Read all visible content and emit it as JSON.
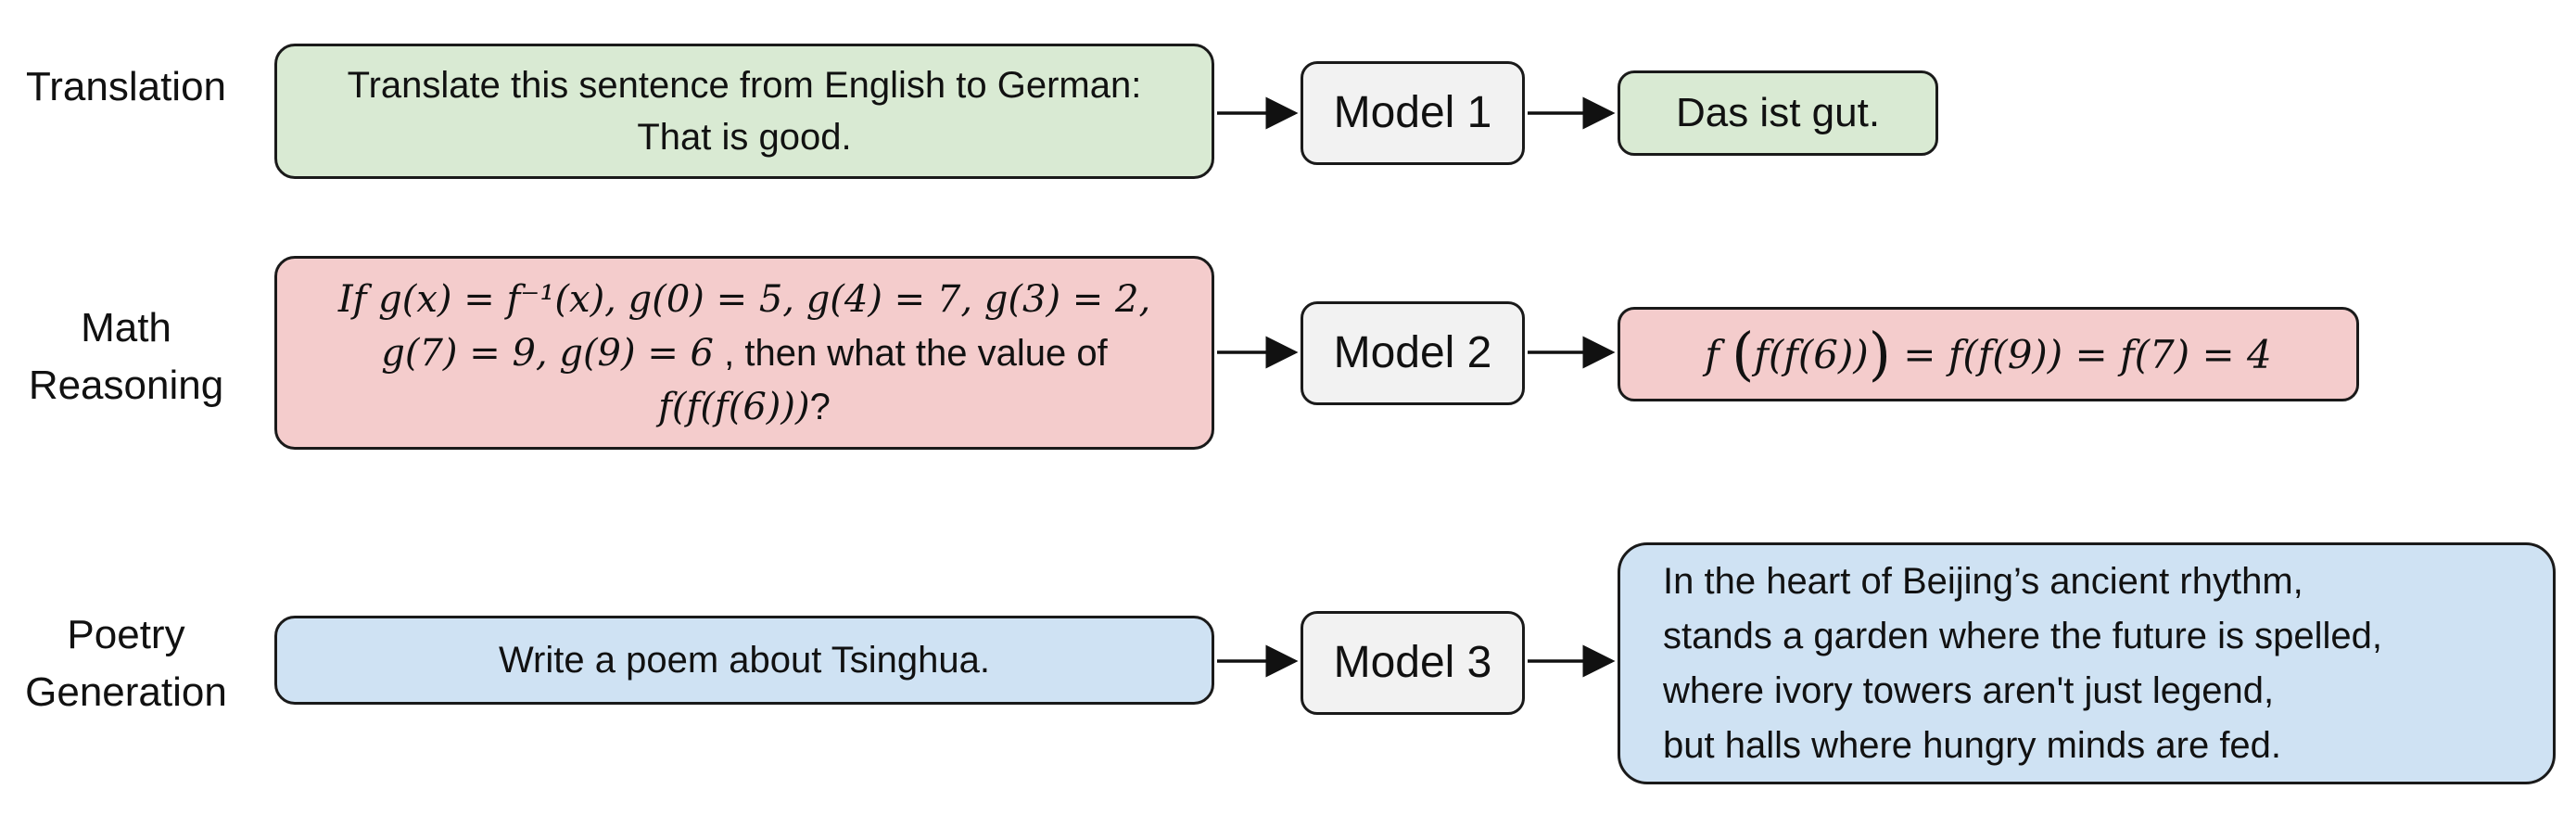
{
  "rows": [
    {
      "label": "Translation",
      "input": {
        "line1": "Translate this sentence from English to German:",
        "line2": "That is good."
      },
      "model": "Model 1",
      "output": "Das ist gut."
    },
    {
      "label": "Math\nReasoning",
      "input": {
        "line1": "If g(x) = f⁻¹(x), g(0) = 5, g(4) = 7, g(3) = 2,",
        "line2_math": "g(7) = 9, g(9) = 6",
        "line2_text": " , then what the value of",
        "line3_math": "f(f(f(6)))",
        "line3_text": "?"
      },
      "model": "Model 2",
      "output": {
        "f": "f",
        "open": "(",
        "inner": "f(f(6))",
        "close": ")",
        "rest": " = f(f(9)) = f(7) = 4"
      }
    },
    {
      "label": "Poetry\nGeneration",
      "input": "Write a poem about Tsinghua.",
      "model": "Model 3",
      "output": [
        "In the heart of Beijing’s ancient rhythm,",
        "stands a garden where the future is spelled,",
        "where ivory towers aren't just legend,",
        "but halls where hungry minds are fed."
      ]
    }
  ],
  "colors": {
    "translation": "#d9ead3",
    "math": "#f4cccc",
    "poetry": "#cfe2f3",
    "model": "#f2f2f2"
  }
}
